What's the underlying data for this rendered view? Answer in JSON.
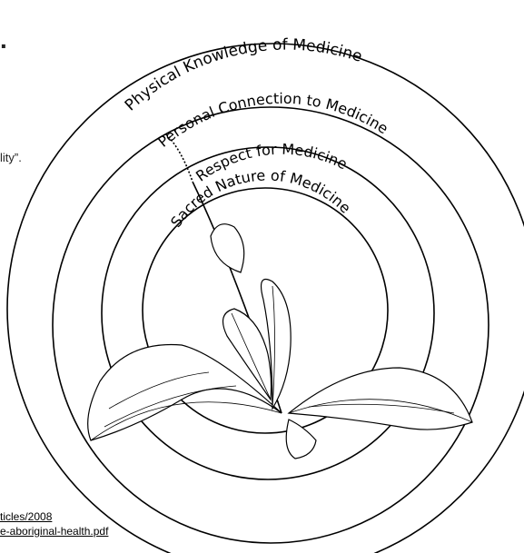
{
  "slide_fragments": {
    "period": ".",
    "quote_fragment": "lity”.",
    "link_line1": "ticles/2008",
    "link_line2": "e-aboriginal-health.pdf"
  },
  "diagram": {
    "rings": [
      {
        "label": "Physical Knowledge of Medicine"
      },
      {
        "label": "Personal Connection to Medicine"
      },
      {
        "label": "Respect for Medicine"
      },
      {
        "label": "Sacred Nature of Medicine"
      }
    ],
    "colors": {
      "line": "#000000",
      "background": "#ffffff"
    },
    "illustration": "plantain-plant-icon"
  }
}
